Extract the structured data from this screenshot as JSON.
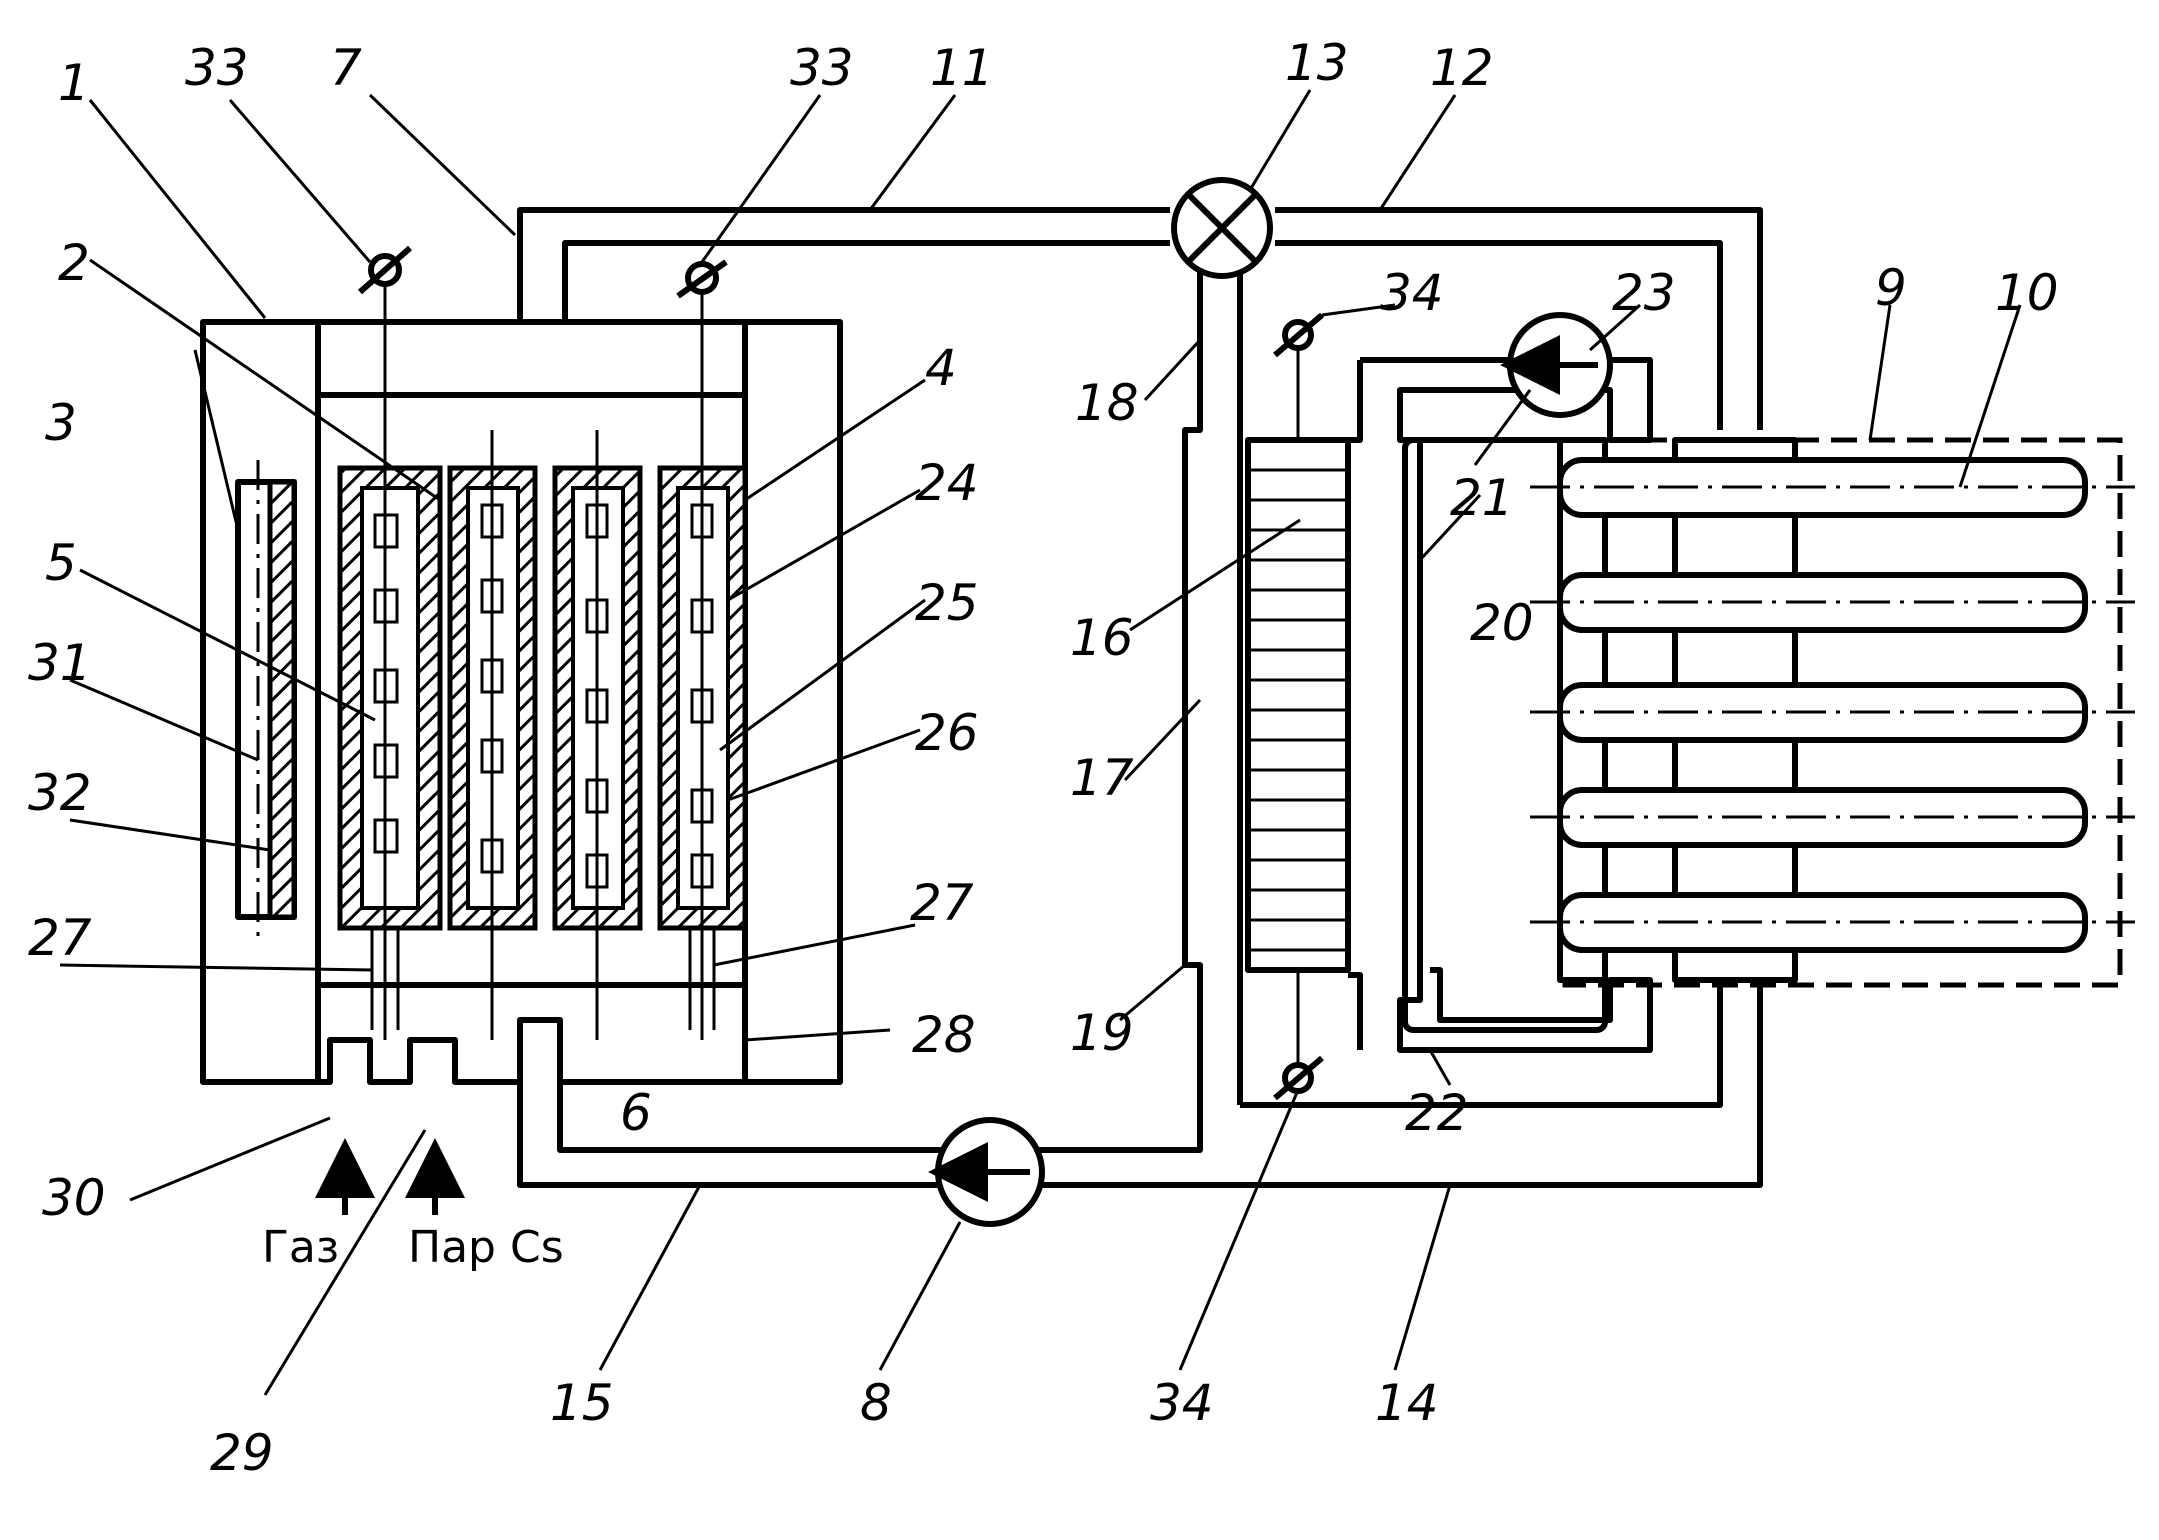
{
  "labels": {
    "l1": "1",
    "l2": "2",
    "l3": "3",
    "l4": "4",
    "l5": "5",
    "l6": "6",
    "l7": "7",
    "l8": "8",
    "l9": "9",
    "l10": "10",
    "l11": "11",
    "l12": "12",
    "l13": "13",
    "l14": "14",
    "l15": "15",
    "l16": "16",
    "l17": "17",
    "l18": "18",
    "l19": "19",
    "l20": "20",
    "l21": "21",
    "l22": "22",
    "l23": "23",
    "l24": "24",
    "l25": "25",
    "l26": "26",
    "l27a": "27",
    "l27b": "27",
    "l28": "28",
    "l29": "29",
    "l30": "30",
    "l31": "31",
    "l32": "32",
    "l33a": "33",
    "l33b": "33",
    "l34a": "34",
    "l34b": "34"
  },
  "inlets": {
    "gas": "Газ",
    "cesium_vapor": "Пар Cs"
  }
}
